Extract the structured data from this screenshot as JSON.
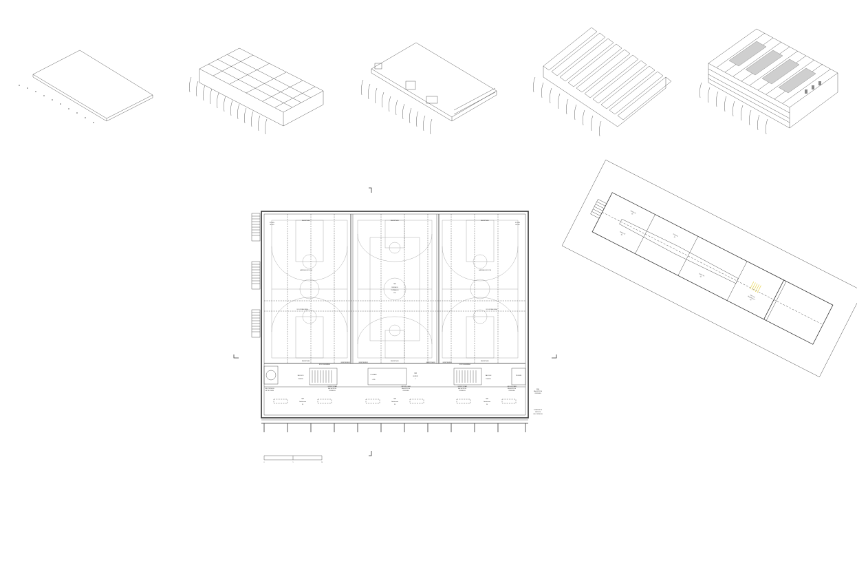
{
  "plan": {
    "hall": {
      "number": "1.1",
      "line1": "DREIFACH",
      "line2": "TURNHALLE",
      "size": "12x2"
    },
    "equipment_rooms": [
      {
        "number": "1.2",
        "name": "Geräteraum",
        "area": "90"
      },
      {
        "number": "1.2",
        "name": "Geräteraum",
        "area": "90"
      },
      {
        "number": "1.2",
        "name": "Geräteraum",
        "area": "90"
      }
    ],
    "small_room": {
      "number": "1.3",
      "name": "GERÄTE",
      "area": "9"
    },
    "level": "+3.36",
    "labels": {
      "basketball": "BASKETBALL",
      "handball": "HANDBALL/BOCCIA",
      "volleyball": "VOLLEYBALL/BALL",
      "sitzen": "SITZEN",
      "leiter": "LEITER",
      "geraetraum": "GERÄTERAUM",
      "sprossenwand": "SPROSSENWAND",
      "technik": "TECHNIK",
      "treppe": "TREPPE",
      "fliege": "FALLSCH",
      "schrank": "SCHRANK"
    },
    "annotations": {
      "left_1": "LIBL ÖFFNUNG",
      "left_2": "MIT NOTIZEN",
      "mid_1": "GROUP F RAM",
      "mid_2": "NACHSTROM",
      "mid_3": "ÖFFNUNG",
      "right_1": "RAM",
      "right_2": "NACHSTROM",
      "right_3": "ÖFFNUNG",
      "right_4": "ZUGANGSITS",
      "right_5": "GERUCH",
      "right_6": "LIBL ÖFFNUNG"
    },
    "scale_bar": {
      "start": "0",
      "mid": "5",
      "end": "10"
    }
  },
  "section_plan": {
    "rooms": [
      {
        "name": "Galerie 01",
        "area": "85"
      },
      {
        "name": "Galerie 02",
        "area": "85"
      },
      {
        "name": "Flurflucht",
        "area": "30"
      },
      {
        "name": "Galerie 03",
        "area": "30"
      },
      {
        "name": "Aktiv und",
        "area2": "Begleitraum 2",
        "area": "68"
      }
    ]
  },
  "colors": {
    "line": "#333333",
    "court": "#8a8a8a",
    "highlight": "#e8d44d"
  }
}
